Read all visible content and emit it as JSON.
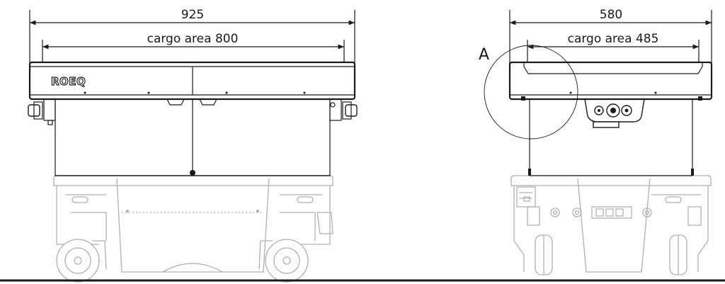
{
  "front_view": {
    "overall_width": "925",
    "cargo_width": "cargo area 800",
    "logo": "ROEQ"
  },
  "side_view": {
    "overall_width": "580",
    "cargo_width": "cargo area 485",
    "detail_label": "A"
  }
}
